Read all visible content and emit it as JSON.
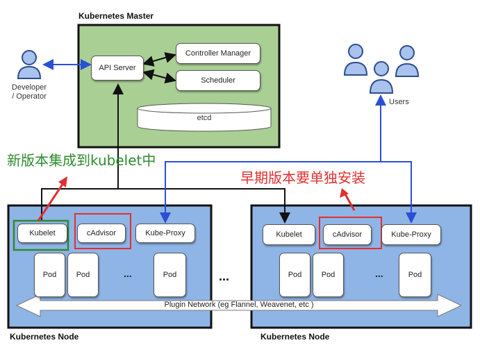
{
  "master": {
    "title": "Kubernetes Master",
    "api_server": "API Server",
    "controller_manager": "Controller Manager",
    "scheduler": "Scheduler",
    "etcd": "etcd"
  },
  "developer": {
    "line1": "Developer",
    "line2": "/ Operator"
  },
  "users": {
    "label": "Users"
  },
  "annotations": {
    "green": "新版本集成到kubelet中",
    "red": "早期版本要单独安装"
  },
  "node_left": {
    "title": "Kubernetes Node",
    "kubelet": "Kubelet",
    "cadvisor": "cAdvisor",
    "kube_proxy": "Kube-Proxy",
    "pods": [
      "Pod",
      "Pod",
      "Pod"
    ],
    "ellipsis": "..."
  },
  "node_right": {
    "title": "Kubernetes Node",
    "kubelet": "Kubelet",
    "cadvisor": "cAdvisor",
    "kube_proxy": "Kube-Proxy",
    "pods": [
      "Pod",
      "Pod",
      "Pod"
    ],
    "ellipsis": "..."
  },
  "between_nodes": "...",
  "network": {
    "label": "Plugin Network (eg Flannel, Weavenet, etc )"
  },
  "colors": {
    "master_bg": "#a9cf94",
    "node_bg": "#8fb4e6",
    "blue_line": "#2a4fd6",
    "green_annot": "#2e8b2e",
    "red_annot": "#e03030"
  }
}
